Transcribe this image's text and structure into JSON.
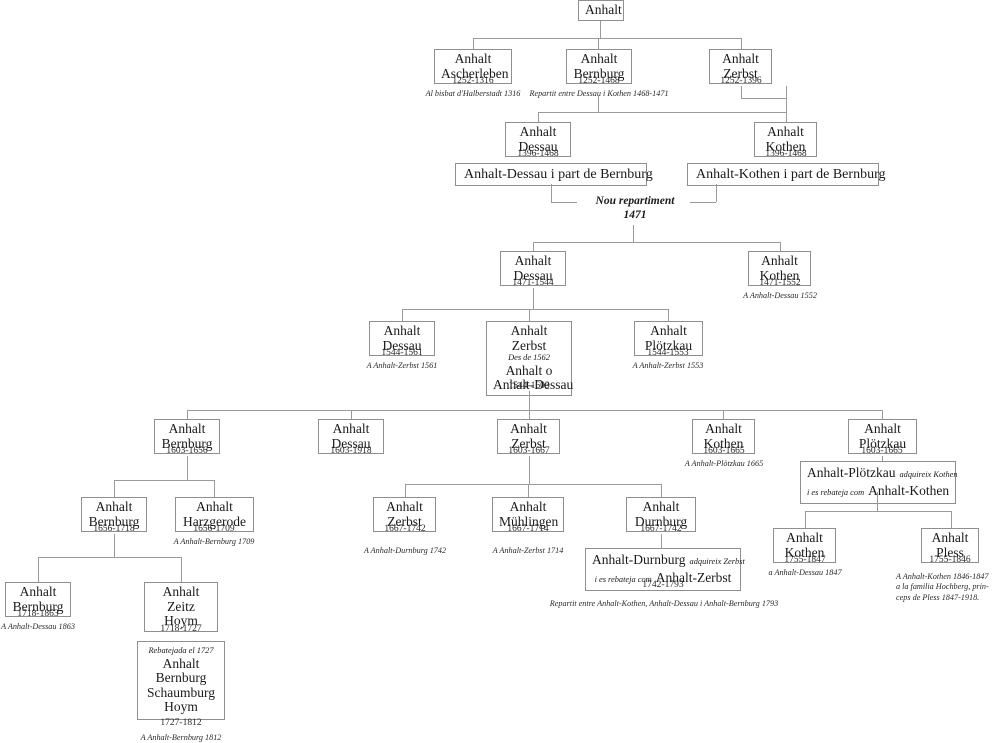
{
  "diagram": {
    "title": "Anhalt",
    "root": {
      "label": "Anhalt"
    },
    "gen_1252": [
      {
        "label_l1": "Anhalt",
        "label_l2": "Ascherleben",
        "dates": "1252-1316",
        "note": "Al bisbat d'Halberstadt 1316"
      },
      {
        "label_l1": "Anhalt",
        "label_l2": "Bernburg",
        "dates": "1252-1468",
        "note": "Repartit entre Dessau i Kothen 1468-1471"
      },
      {
        "label_l1": "Anhalt",
        "label_l2": "Zerbst",
        "dates": "1252-1396",
        "note": ""
      }
    ],
    "gen_1396": [
      {
        "label_l1": "Anhalt",
        "label_l2": "Dessau",
        "dates": "1396-1468"
      },
      {
        "label_l1": "Anhalt",
        "label_l2": "Kothen",
        "dates": "1396-1468"
      }
    ],
    "parts_1468": [
      {
        "label": "Anhalt-Dessau i part de Bernburg"
      },
      {
        "label": "Anhalt-Kothen i part de Bernburg"
      }
    ],
    "repartiment": {
      "line1": "Nou repartiment",
      "line2": "1471"
    },
    "gen_1471": [
      {
        "label_l1": "Anhalt",
        "label_l2": "Dessau",
        "dates": "1471-1544",
        "note": ""
      },
      {
        "label_l1": "Anhalt",
        "label_l2": "Kothen",
        "dates": "1471-1552",
        "note": "A Anhalt-Dessau 1552"
      }
    ],
    "gen_1544": [
      {
        "label_l1": "Anhalt",
        "label_l2": "Dessau",
        "dates": "1544-1561",
        "note": "A Anhalt-Zerbst 1561"
      },
      {
        "label_l1": "Anhalt",
        "label_l2": "Zerbst",
        "inner_note": "Des de 1562",
        "label_l3": "Anhalt o",
        "label_l4": "Anhalt-Dessau",
        "dates": "1544-1603",
        "note": ""
      },
      {
        "label_l1": "Anhalt",
        "label_l2": "Plötzkau",
        "dates": "1544-1553",
        "note": "A Anhalt-Zerbst 1553"
      }
    ],
    "gen_1603": [
      {
        "label_l1": "Anhalt",
        "label_l2": "Bernburg",
        "dates": "1603-1656",
        "note": ""
      },
      {
        "label_l1": "Anhalt",
        "label_l2": "Dessau",
        "dates": "1603-1918",
        "note": ""
      },
      {
        "label_l1": "Anhalt",
        "label_l2": "Zerbst",
        "dates": "1603-1667",
        "note": ""
      },
      {
        "label_l1": "Anhalt",
        "label_l2": "Kothen",
        "dates": "1603-1665",
        "note": "A Anhalt-Plötzkau 1665"
      },
      {
        "label_l1": "Anhalt",
        "label_l2": "Plötzkau",
        "dates": "1603-1665",
        "note": ""
      }
    ],
    "plotzkau_merge": {
      "part_a": "Anhalt-Plötzkau",
      "part_b": "adquireix Kothen",
      "part_c": "i es rebateja com",
      "part_d": "Anhalt-Kothen"
    },
    "gen_1656": [
      {
        "label_l1": "Anhalt",
        "label_l2": "Bernburg",
        "dates": "1656-1718",
        "note": ""
      },
      {
        "label_l1": "Anhalt",
        "label_l2": "Harzgerode",
        "dates": "1656-1709",
        "note": "A Anhalt-Bernburg 1709"
      }
    ],
    "gen_1667": [
      {
        "label_l1": "Anhalt",
        "label_l2": "Zerbst",
        "dates": "1667-1742",
        "note": "A Anhalt-Durnburg 1742"
      },
      {
        "label_l1": "Anhalt",
        "label_l2": "Mühlingen",
        "dates": "1667-1714",
        "note": "A Anhalt-Zerbst 1714"
      },
      {
        "label_l1": "Anhalt",
        "label_l2": "Durnburg",
        "dates": "1667-1742",
        "note": ""
      }
    ],
    "durnburg_merge": {
      "part_a": "Anhalt-Durnburg",
      "part_b": "adquireix Zerbst",
      "part_c": "i es rebateja com",
      "part_d": "Anhalt-Zerbst",
      "dates": "1742-1793",
      "note": "Repartit entre Anhalt-Kothen, Anhalt-Dessau i Anhalt-Bernburg 1793"
    },
    "gen_1755": [
      {
        "label_l1": "Anhalt",
        "label_l2": "Kothen",
        "dates": "1755-1847",
        "note": "a Anhalt-Dessau 1847"
      },
      {
        "label_l1": "Anhalt",
        "label_l2": "Pless",
        "dates": "1755-1846",
        "note_l1": "A Anhalt-Kothen 1846-1847",
        "note_l2": "a la familia Hochberg, prin-",
        "note_l3": "ceps de Pless  1847-1918."
      }
    ],
    "gen_1718": [
      {
        "label_l1": "Anhalt",
        "label_l2": "Bernburg",
        "dates": "1718-1863",
        "note": "A Anhalt-Dessau 1863"
      },
      {
        "label_l1": "Anhalt",
        "label_l2": "Zeitz",
        "label_l3": "Hoym",
        "dates": "1718-1727",
        "note": ""
      }
    ],
    "rebatejada": {
      "inner_note": "Rebatejada el 1727",
      "l1": "Anhalt",
      "l2": "Bernburg",
      "l3": "Schaumburg",
      "l4": "Hoym",
      "dates": "1727-1812",
      "note": "A Anhalt-Bernburg 1812"
    }
  }
}
